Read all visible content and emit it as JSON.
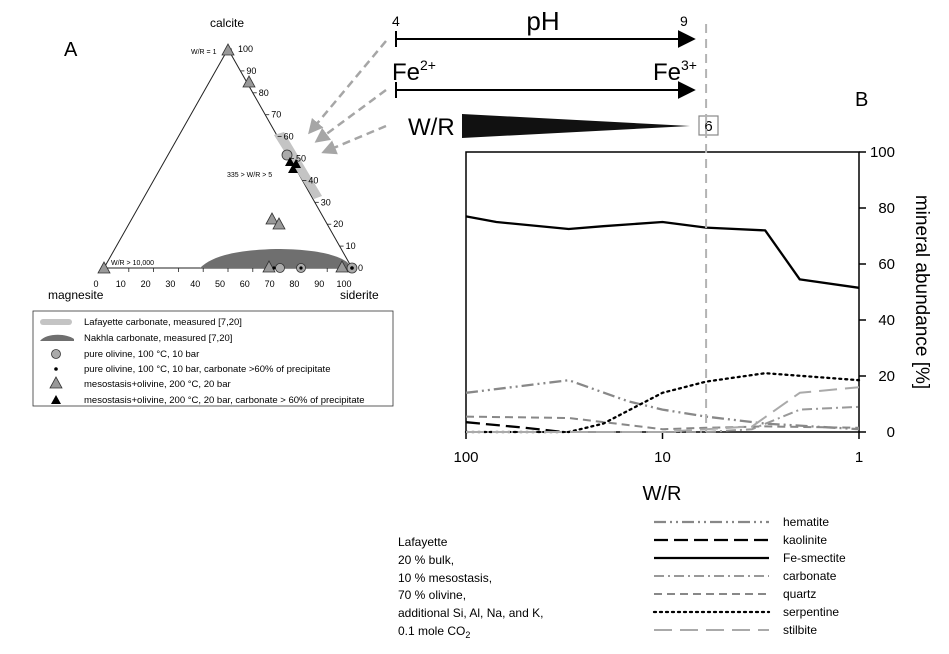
{
  "panel_a": {
    "label": "A",
    "vertex_top": "calcite",
    "vertex_left": "magnesite",
    "vertex_right": "siderite",
    "ticks_right": [
      "100",
      "90",
      "80",
      "70",
      "60",
      "50",
      "40",
      "30",
      "20",
      "10",
      "0"
    ],
    "ticks_bottom": [
      "0",
      "10",
      "20",
      "30",
      "40",
      "50",
      "60",
      "70",
      "80",
      "90",
      "100"
    ],
    "annotations": [
      "W/R = 1",
      "335 > W/R  > 5",
      "W/R > 10,000"
    ],
    "legend": [
      {
        "symbol": "lafayette-band",
        "label": "Lafayette carbonate, measured [7,20]"
      },
      {
        "symbol": "nakhla-band",
        "label": "Nakhla carbonate, measured [7,20]"
      },
      {
        "symbol": "circle",
        "label": "pure olivine, 100 °C, 10 bar"
      },
      {
        "symbol": "dot",
        "label": "pure olivine, 100 °C, 10 bar, carbonate >60% of precipitate"
      },
      {
        "symbol": "triangle",
        "label": "mesostasis+olivine, 200 °C, 20 bar"
      },
      {
        "symbol": "black-triangle",
        "label": "mesostasis+olivine, 200 °C, 20 bar, carbonate > 60% of precipitate"
      }
    ]
  },
  "gradients": {
    "ph_label": "pH",
    "ph_start": "4",
    "ph_end": "9",
    "fe_start": "Fe",
    "fe_start_sup": "2+",
    "fe_end": "Fe",
    "fe_end_sup": "3+",
    "wr_label": "W/R",
    "wr_marker": "6"
  },
  "panel_b": {
    "label": "B",
    "model_notes": [
      "Lafayette",
      "20 % bulk,",
      "10 % mesostasis,",
      "70 % olivine,",
      "additional Si, Al, Na, and K,",
      "0.1 mole CO"
    ],
    "model_notes_sub": "2"
  },
  "colors": {
    "black": "#000000",
    "dark_gray": "#555555",
    "mid_gray": "#888888",
    "light_gray": "#bbbbbb",
    "arrow_gray": "#a6a6a6",
    "nakhla_fill": "#6f6f6f",
    "lafayette_fill": "#c4c4c4"
  },
  "chart_data": {
    "type": "line",
    "xlabel": "W/R",
    "ylabel": "mineral abundance [%]",
    "x_scale": "log",
    "x_reversed": true,
    "xlim": [
      100,
      1
    ],
    "ylim": [
      0,
      100
    ],
    "xticks": [
      "100",
      "10",
      "1"
    ],
    "yticks": [
      "0",
      "20",
      "40",
      "60",
      "80",
      "100"
    ],
    "vertical_reference_x": 6,
    "series": [
      {
        "name": "hematite",
        "style": "dash-dot-dot",
        "color": "#888888",
        "x": [
          100,
          30,
          15,
          10,
          6,
          3,
          1
        ],
        "y": [
          14,
          18.5,
          11,
          8,
          5.5,
          3,
          1
        ]
      },
      {
        "name": "kaolinite",
        "style": "long-dash",
        "color": "#000000",
        "x": [
          100,
          50,
          32
        ],
        "y": [
          3.5,
          1.5,
          0
        ]
      },
      {
        "name": "Fe-smectite",
        "style": "solid",
        "color": "#000000",
        "x": [
          100,
          70,
          30,
          20,
          10,
          6,
          3,
          2,
          1
        ],
        "y": [
          77,
          75,
          72.5,
          73.5,
          75,
          73,
          72,
          54.5,
          51.5
        ]
      },
      {
        "name": "carbonate",
        "style": "dash-dot",
        "color": "#999999",
        "x": [
          100,
          30,
          10,
          6,
          3.5,
          2,
          1
        ],
        "y": [
          0,
          0,
          0,
          0,
          1,
          8,
          9
        ]
      },
      {
        "name": "quartz",
        "style": "dashed",
        "color": "#888888",
        "x": [
          100,
          30,
          15,
          10,
          6,
          3,
          1
        ],
        "y": [
          5.5,
          5,
          2.5,
          1,
          1.5,
          2,
          1.5
        ]
      },
      {
        "name": "serpentine",
        "style": "dotted",
        "color": "#000000",
        "x": [
          100,
          30,
          20,
          10,
          6,
          3,
          1
        ],
        "y": [
          0,
          0,
          3,
          14,
          18,
          21,
          18.5
        ]
      },
      {
        "name": "stilbite",
        "style": "long-dash-light",
        "color": "#aaaaaa",
        "x": [
          100,
          10,
          3.5,
          2,
          1
        ],
        "y": [
          0,
          0,
          2,
          14,
          16
        ]
      }
    ]
  }
}
